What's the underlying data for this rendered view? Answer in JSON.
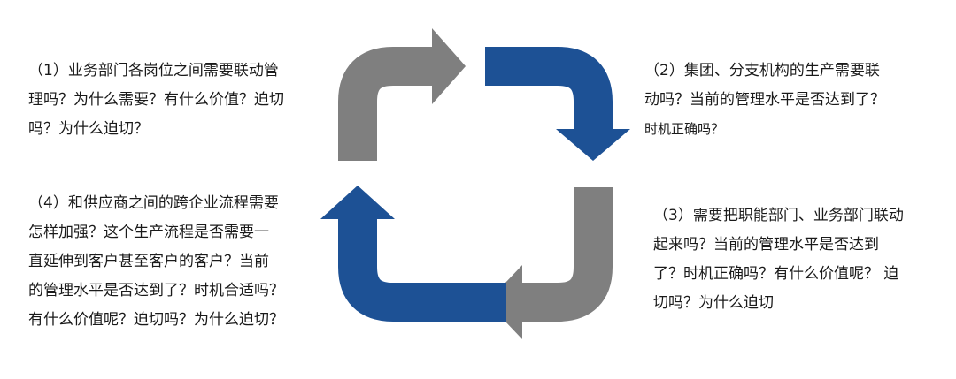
{
  "colors": {
    "gray": "#7f7f7f",
    "blue": "#1d5195"
  },
  "steps": [
    {
      "lines": [
        "（1）业务部门各岗位之间需要联动管",
        "理吗？为什么需要？有什么价值？迫切",
        "吗？为什么迫切？"
      ]
    },
    {
      "lines": [
        "（2）集团、分支机构的生产需要联",
        "动吗？当前的管理水平是否达到了？",
        "时机正确吗？"
      ]
    },
    {
      "lines": [
        "（3）需要把职能部门、业务部门联动",
        "起来吗？当前的管理水平是否达到",
        "了？时机正确吗？有什么价值呢？  迫",
        "切吗？为什么迫切"
      ]
    },
    {
      "lines": [
        "（4）和供应商之间的跨企业流程需要",
        "怎样加强？这个生产流程是否需要一",
        "直延伸到客户甚至客户的客户？当前",
        "的管理水平是否达到了？时机合适吗？",
        "有什么价值呢？迫切吗？为什么迫切？"
      ]
    }
  ]
}
